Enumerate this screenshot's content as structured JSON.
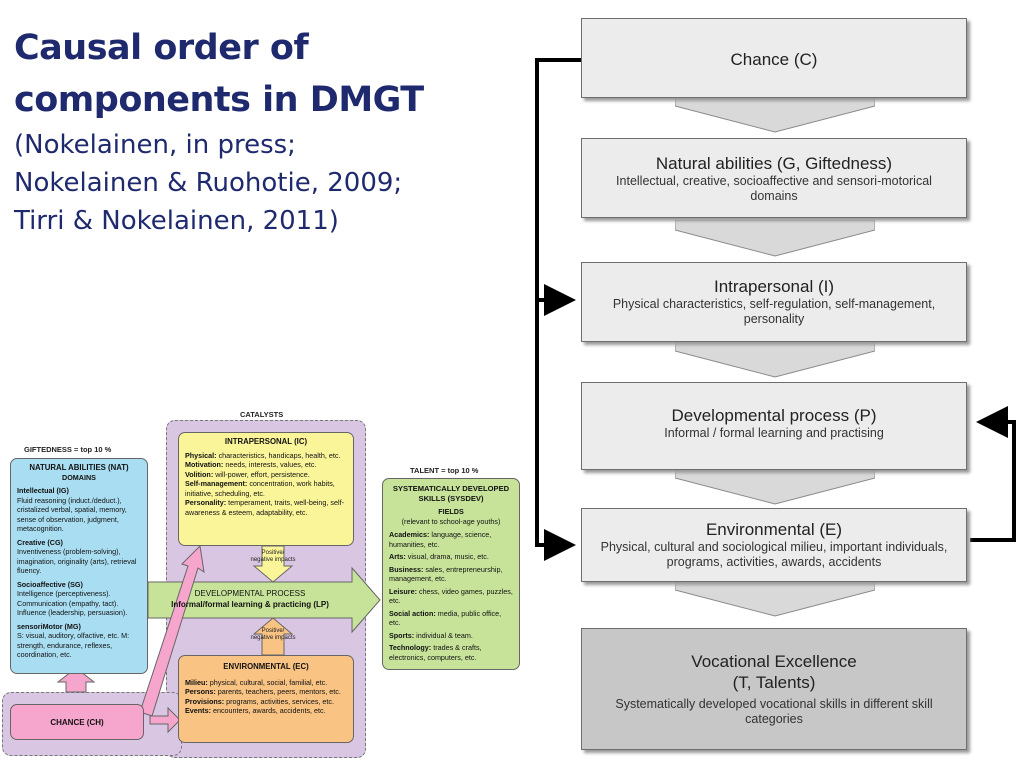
{
  "title": {
    "line1": "Causal order of",
    "line2": "components in DMGT",
    "cite1": "(Nokelainen, in press;",
    "cite2": "Nokelainen & Ruohotie, 2009;",
    "cite3": "Tirri & Nokelainen, 2011)"
  },
  "flow": [
    {
      "heading": "Chance (C)",
      "sub": ""
    },
    {
      "heading": "Natural abilities (G, Giftedness)",
      "sub": "Intellectual, creative, socioaffective and sensori-motorical domains"
    },
    {
      "heading": "Intrapersonal (I)",
      "sub": "Physical characteristics, self-regulation, self-management, personality"
    },
    {
      "heading": "Developmental process (P)",
      "sub": "Informal / formal learning and practising"
    },
    {
      "heading": "Environmental (E)",
      "sub": "Physical, cultural and sociological milieu, important individuals, programs, activities, awards, accidents"
    },
    {
      "heading": "Vocational Excellence",
      "heading2": "(T, Talents)",
      "sub": "Systematically developed vocational skills in different skill categories"
    }
  ],
  "dmgt": {
    "catalysts": "CATALYSTS",
    "giftedness_label": "GIFTEDNESS = top 10 %",
    "talent_label": "TALENT = top 10 %",
    "nat": {
      "title": "NATURAL ABILITIES (NAT)",
      "domains": "DOMAINS",
      "items": [
        {
          "name": "Intellectual (IG)",
          "text": "Fluid reasoning (induct./deduct.), cristalized verbal, spatial, memory, sense of observation, judgment, metacognition."
        },
        {
          "name": "Creative (CG)",
          "text": "Inventiveness (problem-solving), imagination, originality (arts), retrieval fluency."
        },
        {
          "name": "Socioaffective (SG)",
          "text": "Intelligence (perceptiveness). Communication (empathy, tact). Influence (leadership, persuasion)."
        },
        {
          "name": "sensoriMotor (MG)",
          "text": "S: visual, auditory, olfactive, etc. M: strength, endurance, reflexes, coordination, etc."
        }
      ]
    },
    "intra": {
      "title": "INTRAPERSONAL (IC)",
      "items": [
        {
          "name": "Physical:",
          "text": "characteristics, handicaps, health, etc."
        },
        {
          "name": "Motivation:",
          "text": "needs, interests, values, etc."
        },
        {
          "name": "Volition:",
          "text": "will-power, effort, persistence."
        },
        {
          "name": "Self-management:",
          "text": "concentration, work habits, initiative, scheduling, etc."
        },
        {
          "name": "Personality:",
          "text": "temperament, traits, well-being, self-awareness & esteem, adaptability, etc."
        }
      ]
    },
    "impacts": "Positive/ negative impacts",
    "dev": {
      "title": "DEVELOPMENTAL PROCESS",
      "sub": "Informal/formal learning & practicing (LP)"
    },
    "env": {
      "title": "ENVIRONMENTAL (EC)",
      "items": [
        {
          "name": "Milieu:",
          "text": "physical, cultural, social, familial, etc."
        },
        {
          "name": "Persons:",
          "text": "parents, teachers, peers, mentors, etc."
        },
        {
          "name": "Provisions:",
          "text": "programs, activities, services, etc."
        },
        {
          "name": "Events:",
          "text": "encounters, awards, accidents, etc."
        }
      ]
    },
    "chance": "CHANCE (CH)",
    "sys": {
      "title": "SYSTEMATICALLY DEVELOPED SKILLS (SYSDEV)",
      "fields": "FIELDS",
      "fields_sub": "(relevant to school-age youths)",
      "items": [
        {
          "name": "Academics:",
          "text": "language, science, humanities, etc."
        },
        {
          "name": "Arts:",
          "text": "visual, drama, music, etc."
        },
        {
          "name": "Business:",
          "text": "sales, entrepreneurship, management, etc."
        },
        {
          "name": "Leisure:",
          "text": "chess, video games, puzzles, etc."
        },
        {
          "name": "Social action:",
          "text": "media, public office, etc."
        },
        {
          "name": "Sports:",
          "text": "individual & team."
        },
        {
          "name": "Technology:",
          "text": "trades & crafts, electronics, computers, etc."
        }
      ]
    }
  },
  "colors": {
    "title": "#1f2a6e",
    "nat": "#a9def2",
    "intra": "#fbf59a",
    "env": "#f9c383",
    "sys": "#c7e39a",
    "chance": "#f6a6cc",
    "catalyst_bg": "#d9c6e3"
  }
}
